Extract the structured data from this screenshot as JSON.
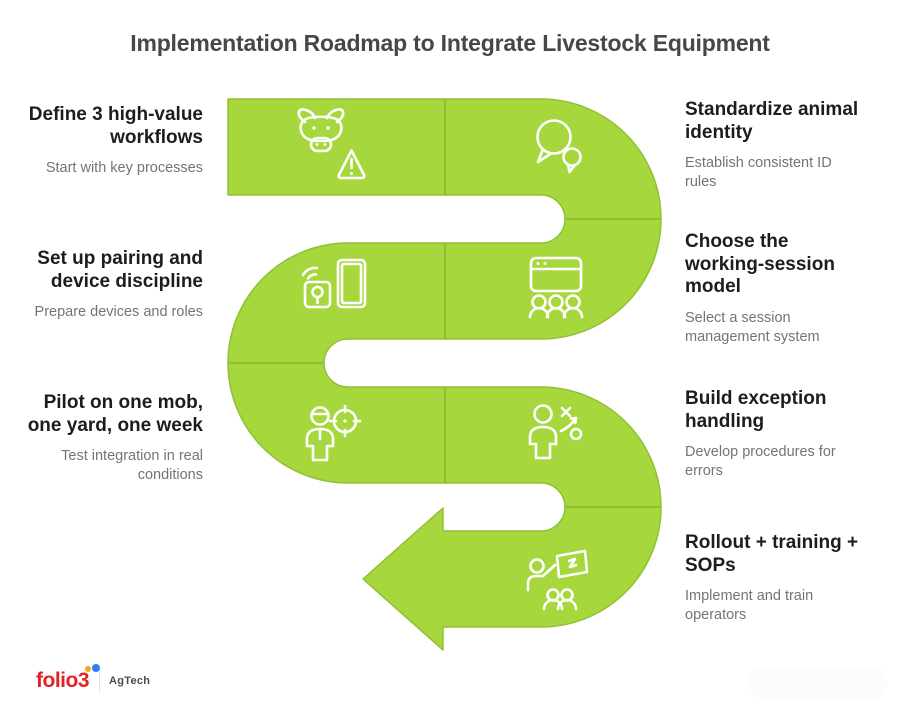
{
  "title": "Implementation Roadmap to Integrate Livestock Equipment",
  "colors": {
    "path_green": "#a6d83d",
    "path_edge": "#90c033",
    "divider_green": "#8fbe33",
    "icon_stroke": "#ffffff",
    "heading_text": "#1d1d1d",
    "sub_text": "#747474",
    "title_text": "#474747",
    "logo_red": "#e32227",
    "logo_dot_orange": "#f7a41d",
    "logo_dot_blue": "#2d7ff0"
  },
  "steps": [
    {
      "heading": "Define 3 high-value\nworkflows",
      "subtext": "Start with key processes",
      "side": "left",
      "icon": "cow-alert-icon"
    },
    {
      "heading": "Standardize animal\nidentity",
      "subtext": "Establish consistent ID\nrules",
      "side": "right",
      "icon": "chat-bubbles-icon"
    },
    {
      "heading": "Choose the\nworking-session\nmodel",
      "subtext": "Select a session\nmanagement system",
      "side": "right",
      "icon": "session-window-icon"
    },
    {
      "heading": "Set up pairing and\ndevice discipline",
      "subtext": "Prepare devices and roles",
      "side": "left",
      "icon": "phone-pairing-icon"
    },
    {
      "heading": "Pilot on one mob,\none yard, one week",
      "subtext": "Test integration in real\nconditions",
      "side": "left",
      "icon": "person-target-icon"
    },
    {
      "heading": "Build exception\nhandling",
      "subtext": "Develop procedures for\nerrors",
      "side": "right",
      "icon": "person-strategy-icon"
    },
    {
      "heading": "Rollout + training +\nSOPs",
      "subtext": "Implement and train\noperators",
      "side": "right",
      "icon": "presentation-icon"
    }
  ],
  "footer": {
    "logo_text": "folio3",
    "logo_sub": "AgTech"
  }
}
